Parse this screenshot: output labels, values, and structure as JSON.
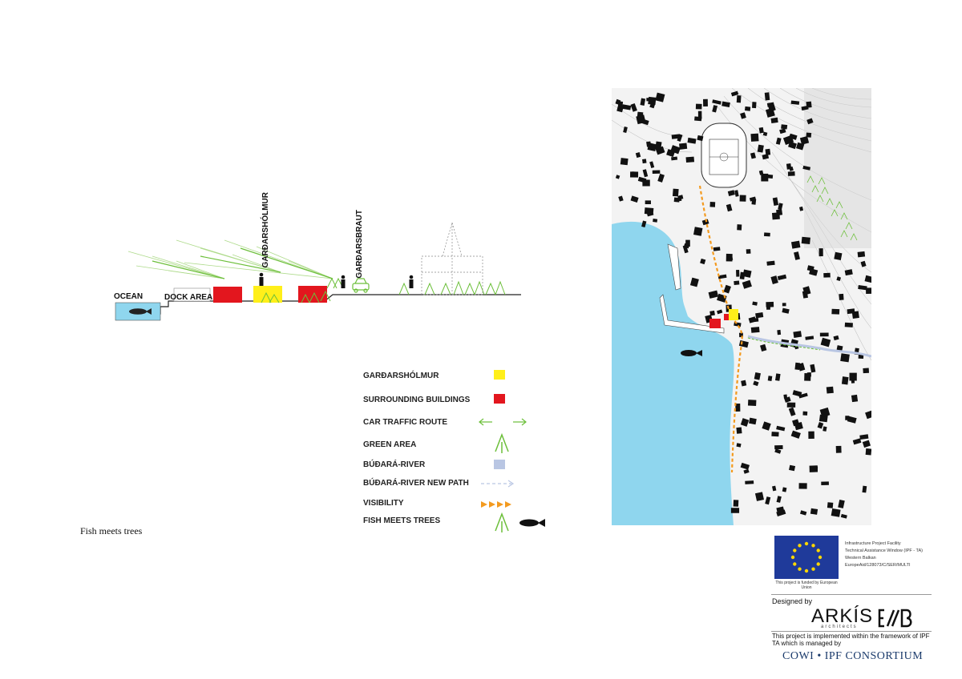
{
  "section": {
    "ocean_label": "OCEAN",
    "dock_label": "DOCK AREA",
    "gardarsholmur_label": "GARÐARSHÓLMUR",
    "gardarsbraut_label": "GARÐARSBRAUT"
  },
  "legend": {
    "items": [
      {
        "label": "GARÐARSHÓLMUR",
        "symbol": "yellow-square"
      },
      {
        "label": "SURROUNDING BUILDINGS",
        "symbol": "red-square"
      },
      {
        "label": "CAR TRAFFIC ROUTE",
        "symbol": "green-double-arrow"
      },
      {
        "label": "GREEN AREA",
        "symbol": "tree-icon"
      },
      {
        "label": "BÚÐARÁ-RIVER",
        "symbol": "blue-square"
      },
      {
        "label": "BÚÐARÁ-RIVER NEW PATH",
        "symbol": "dashed-arrow"
      },
      {
        "label": "VISIBILITY",
        "symbol": "orange-arrows"
      },
      {
        "label": "FISH MEETS TREES",
        "symbol": "tree-fish-icon"
      }
    ]
  },
  "caption": "Fish meets trees",
  "credits": {
    "eu_lines": [
      "Infrastructure Project Facility",
      "Technical Assistance Window (IPF - TA)",
      "Western Balkan",
      "EuropeAid/128073/C/SER/MULTI"
    ],
    "eu_funded": "This project is funded by European Union",
    "designed_by": "Designed by",
    "arkis": "ARKÍS",
    "arkis_sub": "architects",
    "implemented": "This project is implemented within the framework of IPF TA which is managed by",
    "consortium": "COWI • IPF CONSORTIUM"
  },
  "colors": {
    "yellow": "#ffef1a",
    "red": "#e3161e",
    "green": "#6cbf3a",
    "water": "#8fd6ee",
    "orange": "#f39a1f",
    "river_blue": "#b9c6e3"
  }
}
